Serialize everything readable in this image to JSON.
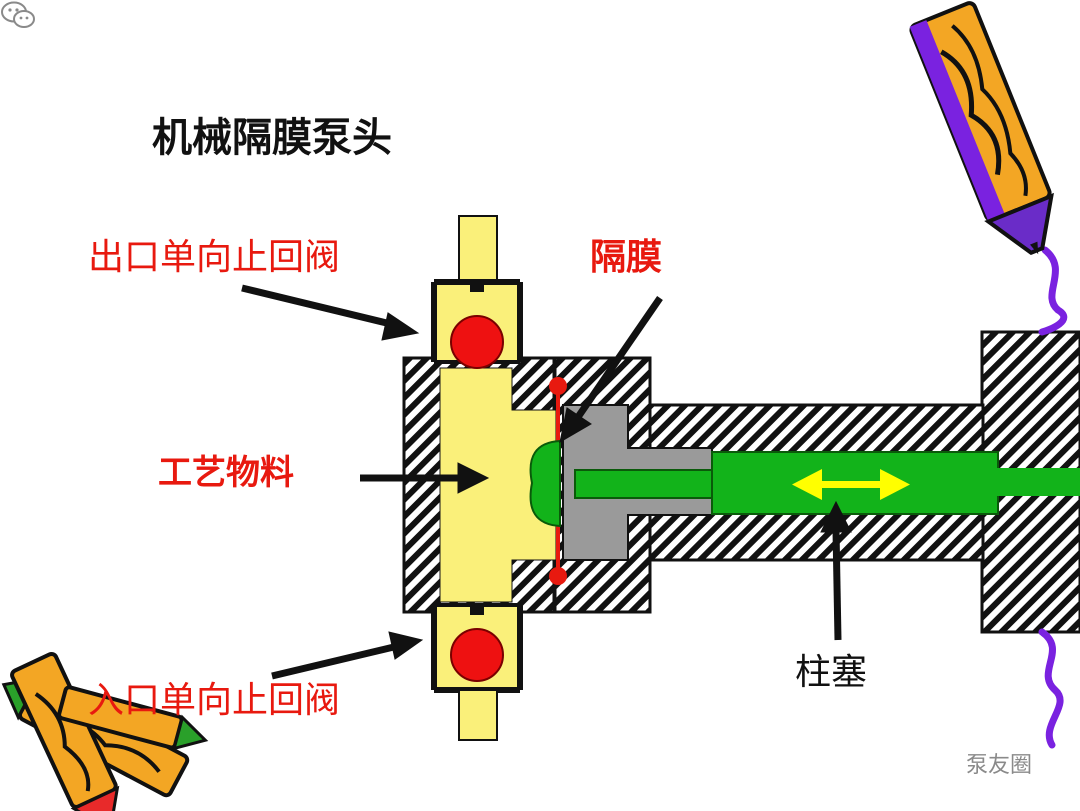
{
  "diagram": {
    "title": "机械隔膜泵头",
    "labels": {
      "outlet_valve": "出口单向止回阀",
      "diaphragm": "隔膜",
      "process_material": "工艺物料",
      "plunger": "柱塞",
      "inlet_valve": "入口单向止回阀"
    },
    "watermark": "泵友圈"
  },
  "colors": {
    "label_red": "#e8190f",
    "process_yellow": "#faf07a",
    "plunger_green": "#12b31a",
    "valve_ball_red": "#ee1111",
    "arrow_yellow": "#ffff00",
    "housing_gray": "#9a9a9a",
    "hatch_black": "#111111"
  },
  "icons": {
    "pencil_top_right": "pencil-icon",
    "pencils_bottom_left": "pencils-icon",
    "watermark": "wechat-icon"
  }
}
